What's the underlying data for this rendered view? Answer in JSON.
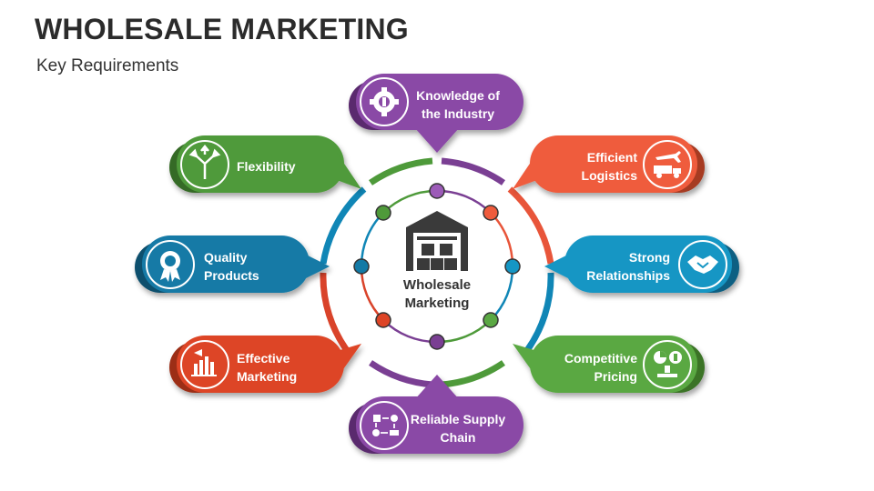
{
  "header": {
    "title": "WHOLESALE MARKETING",
    "subtitle": "Key Requirements"
  },
  "center": {
    "label_line1": "Wholesale",
    "label_line2": "Marketing",
    "icon": "warehouse-icon"
  },
  "colors": {
    "purple": "#7a3f93",
    "orange": "#e8553a",
    "blue": "#1086b6",
    "green": "#4e9a3a",
    "red": "#d9432a"
  },
  "items": [
    {
      "id": "knowledge",
      "lines": [
        "Knowledge of",
        "the Industry"
      ],
      "color": "#8a4aa6",
      "icon": "gear-dollar-icon"
    },
    {
      "id": "logistics",
      "lines": [
        "Efficient",
        "Logistics"
      ],
      "color": "#ef5b3c",
      "icon": "plane-truck-icon"
    },
    {
      "id": "relationships",
      "lines": [
        "Strong",
        "Relationships"
      ],
      "color": "#1596c4",
      "icon": "handshake-icon"
    },
    {
      "id": "pricing",
      "lines": [
        "Competitive",
        "Pricing"
      ],
      "color": "#5aa843",
      "icon": "pricing-chart-icon"
    },
    {
      "id": "supply",
      "lines": [
        "Reliable Supply",
        "Chain"
      ],
      "color": "#8a4aa6",
      "icon": "supply-chain-icon"
    },
    {
      "id": "marketing",
      "lines": [
        "Effective",
        "Marketing"
      ],
      "color": "#dd4426",
      "icon": "marketing-chart-icon"
    },
    {
      "id": "quality",
      "lines": [
        "Quality",
        "Products"
      ],
      "color": "#137aa6",
      "icon": "quality-badge-icon"
    },
    {
      "id": "flexibility",
      "lines": [
        "Flexibility"
      ],
      "color": "#4f9a3a",
      "icon": "arrows-split-icon"
    }
  ]
}
